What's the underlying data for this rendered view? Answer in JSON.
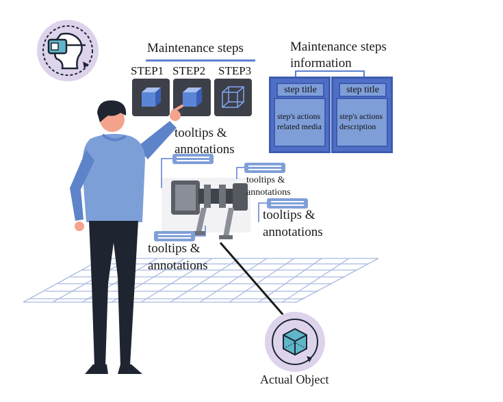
{
  "steps": {
    "header": "Maintenance steps",
    "items": [
      "STEP1",
      "STEP2",
      "STEP3"
    ]
  },
  "info": {
    "header_line1": "Maintenance steps",
    "header_line2": "information",
    "left_panel": {
      "title": "step title",
      "line1": "step's actions",
      "line2": "related media"
    },
    "right_panel": {
      "title": "step title",
      "line1": "step's actions",
      "line2": "description"
    }
  },
  "tooltips": {
    "t1": {
      "line1": "tooltips &",
      "line2": "annotations"
    },
    "t2": {
      "line1": "tooltips &",
      "line2": "annotations"
    },
    "t3": {
      "line1": "tooltips &",
      "line2": "annotations"
    },
    "t4": {
      "line1": "tooltips &",
      "line2": "annotations"
    }
  },
  "actual_object_label": "Actual Object",
  "colors": {
    "accent_blue": "#5b7fd1",
    "light_blue": "#7f9fd8",
    "dark_tile": "#3d4048",
    "grid": "#a9b9e0",
    "lavender": "#ddd3ea"
  },
  "icons": {
    "vr_headset": "vr-headset-icon",
    "actual_object": "cube-cycle-icon"
  }
}
